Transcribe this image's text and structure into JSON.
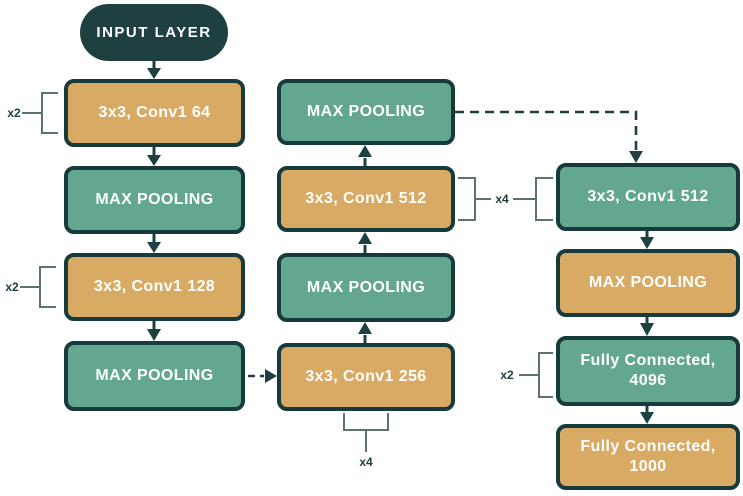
{
  "colors": {
    "dark_teal": "#1e4041",
    "tan": "#d8aa64",
    "green": "#63a78e",
    "box_border": "#173a3c",
    "bracket_line": "#5f7272"
  },
  "diagram": {
    "input": {
      "label": "INPUT LAYER"
    },
    "nodes": [
      {
        "id": "conv64",
        "label": "3x3, Conv1 64",
        "type": "conv",
        "color": "tan"
      },
      {
        "id": "pool1",
        "label": "MAX POOLING",
        "type": "pool",
        "color": "green"
      },
      {
        "id": "conv128",
        "label": "3x3, Conv1 128",
        "type": "conv",
        "color": "tan"
      },
      {
        "id": "pool2",
        "label": "MAX POOLING",
        "type": "pool",
        "color": "green"
      },
      {
        "id": "conv256",
        "label": "3x3, Conv1 256",
        "type": "conv",
        "color": "tan"
      },
      {
        "id": "pool3",
        "label": "MAX POOLING",
        "type": "pool",
        "color": "green"
      },
      {
        "id": "conv512_mid",
        "label": "3x3, Conv1 512",
        "type": "conv",
        "color": "tan"
      },
      {
        "id": "pool4",
        "label": "MAX POOLING",
        "type": "pool",
        "color": "green"
      },
      {
        "id": "conv512_right",
        "label": "3x3, Conv1 512",
        "type": "conv",
        "color": "green"
      },
      {
        "id": "pool5",
        "label": "MAX POOLING",
        "type": "pool",
        "color": "tan"
      },
      {
        "id": "fc4096",
        "label": "Fully Connected, 4096",
        "type": "fc",
        "color": "green"
      },
      {
        "id": "fc1000",
        "label": "Fully Connected, 1000",
        "type": "fc",
        "color": "tan"
      }
    ],
    "multipliers": [
      {
        "target": "conv64",
        "label": "x2"
      },
      {
        "target": "conv128",
        "label": "x2"
      },
      {
        "target": "conv512_mid_and_right",
        "label": "x4"
      },
      {
        "target": "conv256",
        "label": "x4"
      },
      {
        "target": "fc4096",
        "label": "x2"
      }
    ]
  }
}
